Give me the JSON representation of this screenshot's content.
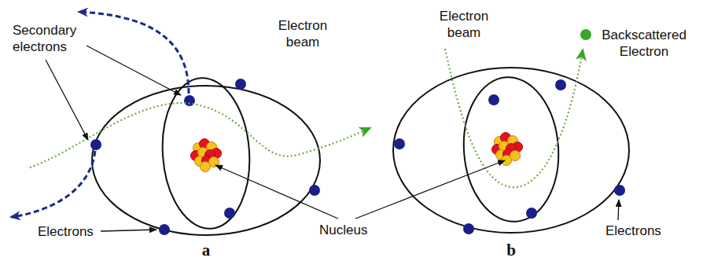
{
  "diagram": {
    "labels": [
      "Secondary electrons",
      "Electron beam",
      "Electrons",
      "Nucleus",
      "a",
      "Electron beam",
      "Backscattered Electron",
      "Electrons",
      "b"
    ]
  }
}
